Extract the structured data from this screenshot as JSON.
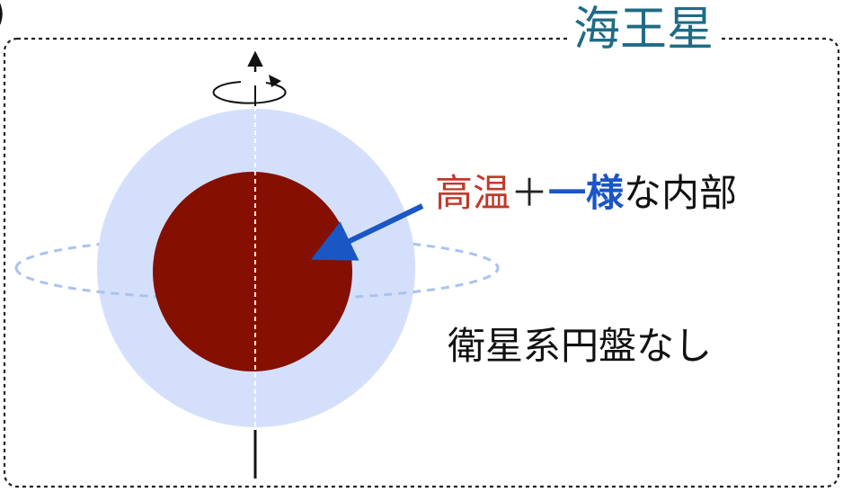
{
  "colors": {
    "frame": "#222222",
    "envelope": "#d4e0fb",
    "core": "#850f00",
    "ring": "#a9c3ef",
    "axis": "#ffffff",
    "arrow": "#1a56c4",
    "planet_title": "#1f6b86",
    "hot_text": "#c0392b",
    "uniform_text": "#1a56c4"
  },
  "labels": {
    "paren": ")",
    "planet": "海王星",
    "interior": {
      "hot": "高温",
      "plus": "＋",
      "uniform": "一様",
      "rest": "な内部"
    },
    "disk": "衛星系円盤なし"
  },
  "icons": [
    "rotation-arrow-icon",
    "pointer-arrow-icon"
  ]
}
